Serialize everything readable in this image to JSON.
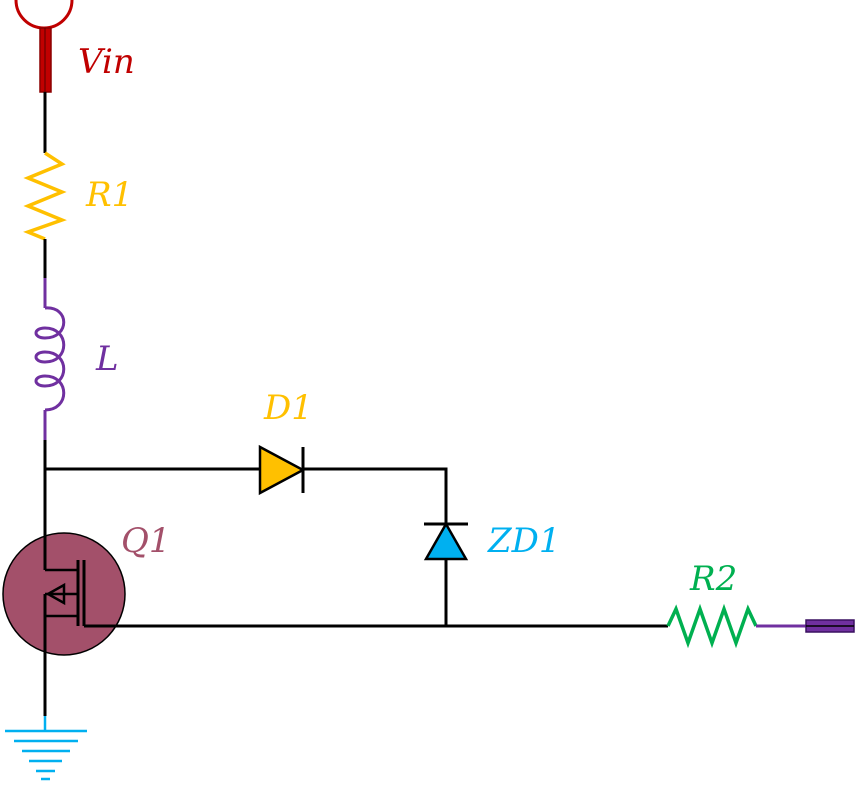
{
  "labels": {
    "vin": "Vin",
    "r1": "R1",
    "l": "L",
    "d1": "D1",
    "q1": "Q1",
    "zd1": "ZD1",
    "r2": "R2"
  },
  "colors": {
    "vin": "#c00000",
    "r1": "#ffc000",
    "l": "#7030a0",
    "d1_fill": "#ffc000",
    "q1_fill": "#a3506a",
    "q1_label": "#a3506a",
    "zd1_fill": "#00b0f0",
    "zd1_label": "#00b0f0",
    "r2": "#00b050",
    "output": "#7030a0",
    "ground": "#00b0f0",
    "wire": "#000000"
  }
}
